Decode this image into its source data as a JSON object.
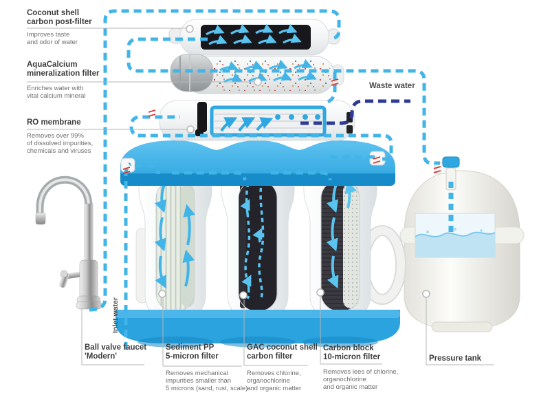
{
  "colors": {
    "pipe-clean": "#41b4e8",
    "pipe-waste": "#2e3a96",
    "unit-blue": "#2aa3de",
    "unit-blue-dark": "#1488c6",
    "unit-blue-light": "#5ec2f0",
    "valve-red": "#d93a2e",
    "label-dark": "#3d3d3d",
    "label-gray": "#6e6e6e",
    "callout-line": "#b5b5b5"
  },
  "callouts": {
    "post_filter": {
      "title1": "Coconut shell",
      "title2": "carbon post-filter",
      "desc1": "Improves taste",
      "desc2": "and odor of water"
    },
    "mineralization": {
      "title1": "AquaCalcium",
      "title2": "mineralization filter",
      "desc1": "Enriches water with",
      "desc2": "vital calcium mineral"
    },
    "ro_membrane": {
      "title1": "RO membrane",
      "desc1": "Removes over 99%",
      "desc2": "of dissolved impurities,",
      "desc3": "chemicals and viruses"
    },
    "waste_water": {
      "title": "Waste water"
    },
    "inlet_water": {
      "title": "Inlet water"
    },
    "faucet": {
      "title1": "Ball valve faucet",
      "title2": "'Modern'"
    },
    "sediment": {
      "title1": "Sediment PP",
      "title2": "5-micron filter",
      "desc1": "Removes mechanical",
      "desc2": "impurities smaller than",
      "desc3": "5 microns (sand, rust, scale)"
    },
    "gac": {
      "title1": "GAC coconut shell",
      "title2": "carbon filter",
      "desc1": "Removes chlorine,",
      "desc2": "organochlorine",
      "desc3": "and organic matter"
    },
    "carbon_block": {
      "title1": "Carbon block",
      "title2": "10-micron filter",
      "desc1": "Removes lees of chlorine,",
      "desc2": "organochlorine",
      "desc3": "and organic matter"
    },
    "pressure_tank": {
      "title": "Pressure tank"
    }
  }
}
